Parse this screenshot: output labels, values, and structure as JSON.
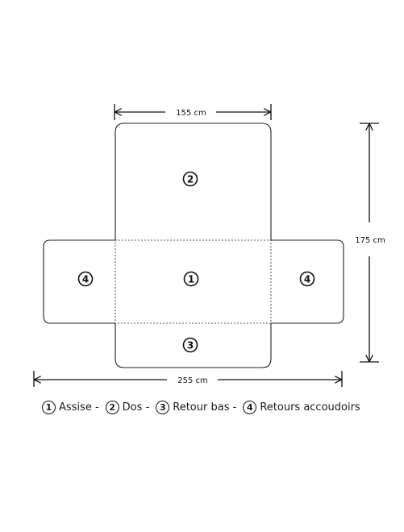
{
  "dimensions": {
    "width_top": "155 cm",
    "height_right": "175 cm",
    "width_bottom": "255 cm"
  },
  "panels": {
    "back": "2",
    "seat": "1",
    "arm_left": "4",
    "arm_right": "4",
    "front": "3"
  },
  "legend": [
    {
      "num": "1",
      "label": "Assise",
      "sep": "-"
    },
    {
      "num": "2",
      "label": "Dos",
      "sep": "-"
    },
    {
      "num": "3",
      "label": "Retour bas",
      "sep": "-"
    },
    {
      "num": "4",
      "label": "Retours accoudoirs",
      "sep": ""
    }
  ],
  "colors": {
    "stroke": "#222222",
    "background": "#ffffff"
  }
}
